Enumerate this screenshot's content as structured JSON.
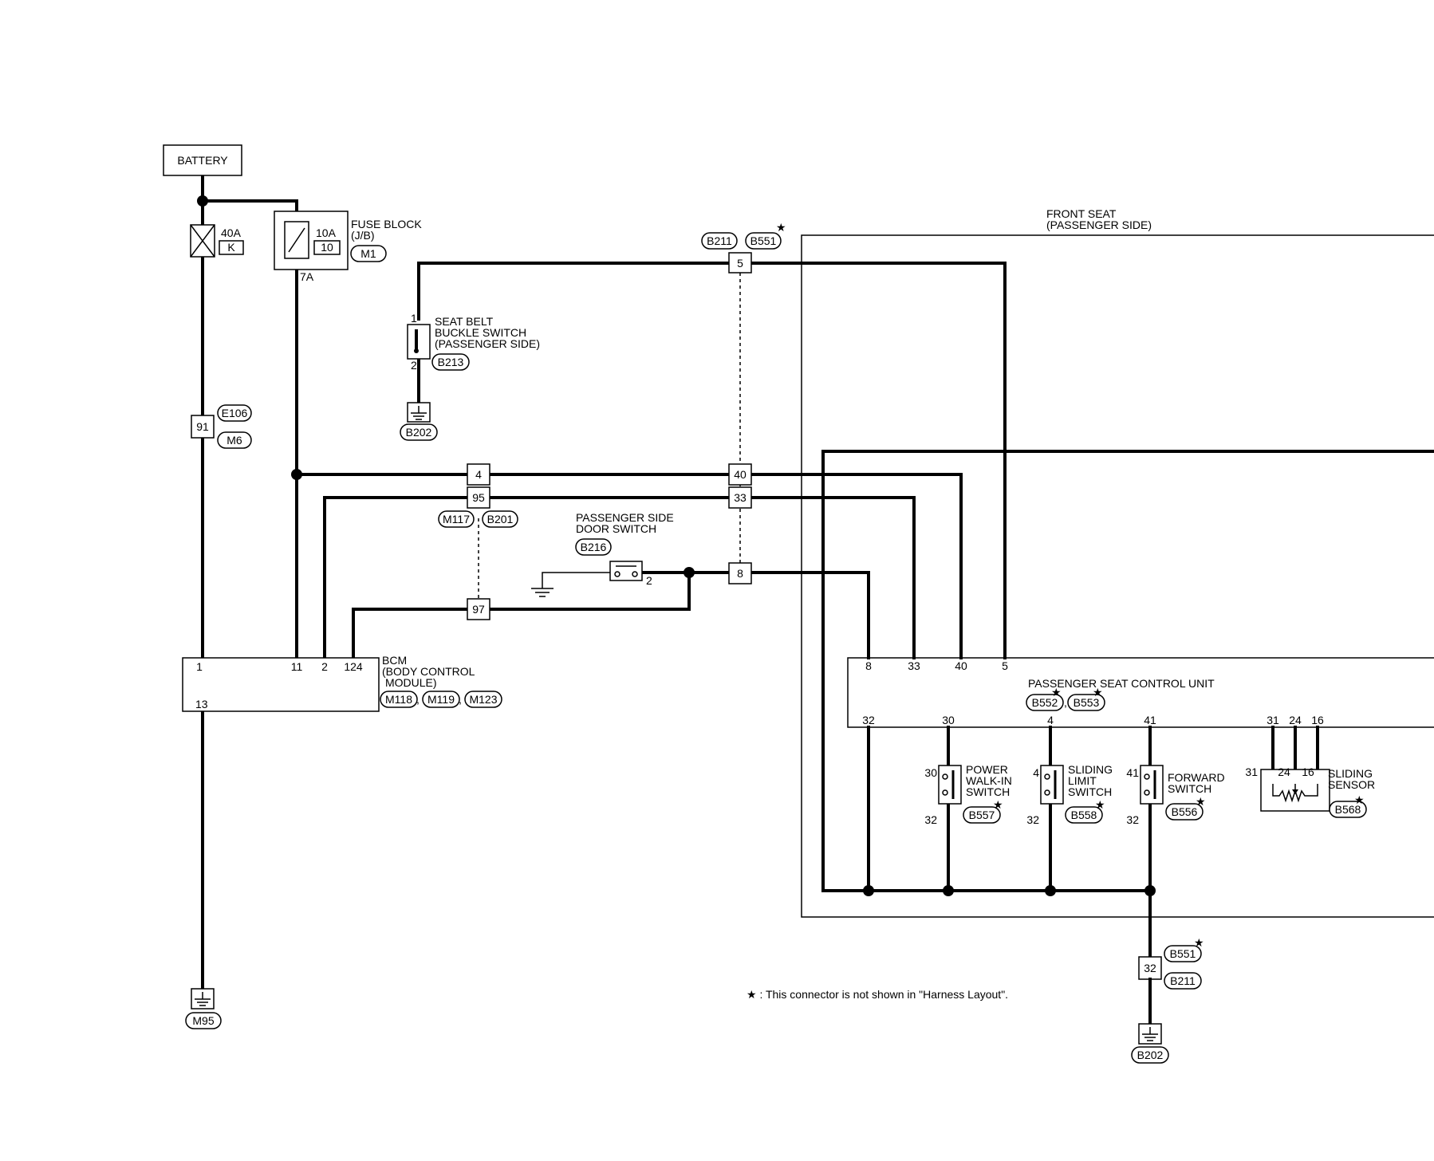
{
  "battery": "BATTERY",
  "fusible_link": {
    "amp": "40A",
    "id": "K"
  },
  "fuse_block": {
    "label1": "FUSE BLOCK",
    "label2": "(J/B)",
    "amp": "10A",
    "fuse_no": "10",
    "connector": "M1",
    "terminal": "7A"
  },
  "front_seat": {
    "label1": "FRONT SEAT",
    "label2": "(PASSENGER SIDE)"
  },
  "seat_belt_switch": {
    "label1": "SEAT BELT",
    "label2": "BUCKLE SWITCH",
    "label3": "(PASSENGER SIDE)",
    "connector": "B213",
    "pin_top": "1",
    "pin_bottom": "2"
  },
  "joint_connectors": {
    "b211": "B211",
    "b551": "B551",
    "e106": "E106",
    "m6": "M6",
    "m117": "M117",
    "b201": "B201"
  },
  "joint_terminals": {
    "t5": "5",
    "t91": "91",
    "t4": "4",
    "t95": "95",
    "t40": "40",
    "t33": "33",
    "t8": "8",
    "t97": "97",
    "t32": "32"
  },
  "door_switch": {
    "label1": "PASSENGER SIDE",
    "label2": "DOOR SWITCH",
    "connector": "B216",
    "pin": "2"
  },
  "bcm": {
    "label1": "BCM",
    "label2": "(BODY CONTROL",
    "label3": "MODULE)",
    "connectors": [
      "M118",
      "M119",
      "M123"
    ],
    "pins_top": [
      "1",
      "11",
      "2",
      "124"
    ],
    "pin_bottom": "13"
  },
  "seat_control_unit": {
    "label": "PASSENGER SEAT CONTROL UNIT",
    "connectors": [
      "B552",
      "B553"
    ],
    "pins_top": [
      "8",
      "33",
      "40",
      "5"
    ],
    "pins_bottom": [
      "32",
      "30",
      "4",
      "41",
      "31",
      "24",
      "16"
    ]
  },
  "power_walkin_switch": {
    "label1": "POWER",
    "label2": "WALK-IN",
    "label3": "SWITCH",
    "connector": "B557",
    "pin_top": "30",
    "pin_bottom": "32"
  },
  "sliding_limit_switch": {
    "label1": "SLIDING",
    "label2": "LIMIT",
    "label3": "SWITCH",
    "connector": "B558",
    "pin_top": "4",
    "pin_bottom": "32"
  },
  "forward_switch": {
    "label1": "FORWARD",
    "label2": "SWITCH",
    "connector": "B556",
    "pin_top": "41",
    "pin_bottom": "32"
  },
  "sliding_sensor": {
    "label1": "SLIDING",
    "label2": "SENSOR",
    "connector": "B568",
    "pins": [
      "31",
      "24",
      "16"
    ]
  },
  "grounds": {
    "seat_belt": "B202",
    "bcm": "M95",
    "seat": "B202"
  },
  "footnote": "★ : This connector is not shown in \"Harness Layout\".",
  "star": "★"
}
